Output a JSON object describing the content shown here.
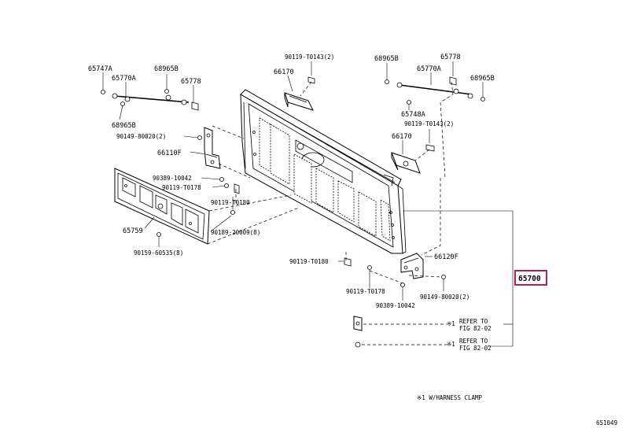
{
  "labels": {
    "p65747A": "65747A",
    "p65770A_left": "65770A",
    "p68965B_top_left": "68965B",
    "p65778_left": "65778",
    "p68965B_lower_left": "68965B",
    "p90149_80020_left": "90149-80020(2)",
    "p66110F": "66110F",
    "p90389_10042_left": "90389-10042",
    "p90119_T0178_left": "90119-T0178",
    "p90119_T0180_left": "90119-T0180",
    "p65759": "65759",
    "p90189_20009": "90189-20009(8)",
    "p90159_60535": "90159-60535(8)",
    "p90119_T0143_top": "90119-T0143(2)",
    "p66170_left": "66170",
    "p68965B_right_top": "68965B",
    "p65778_right": "65778",
    "p65770A_right": "65770A",
    "p68965B_right_side": "68965B",
    "p65748A": "65748A",
    "p90119_T0143_right": "90119-T0143(2)",
    "p66170_right": "66170",
    "p66120F": "66120F",
    "p65700": "65700",
    "p90119_T0180_right": "90119-T0180",
    "p90119_T0178_right": "90119-T0178",
    "p90389_10042_right": "90389-10042",
    "p90149_80020_right": "90149-80020(2)",
    "ref1_line1": "REFER TO",
    "ref1_line2": "FIG 82-02",
    "ref2_line1": "REFER TO",
    "ref2_line2": "FIG 82-02",
    "ref1_mark": "※1",
    "ref2_mark": "※1",
    "note": "※1 W/HARNESS CLAMP",
    "figure_id": "651049"
  },
  "colors": {
    "highlight_box": "#b0204a",
    "line": "#000000",
    "background": "#ffffff"
  }
}
